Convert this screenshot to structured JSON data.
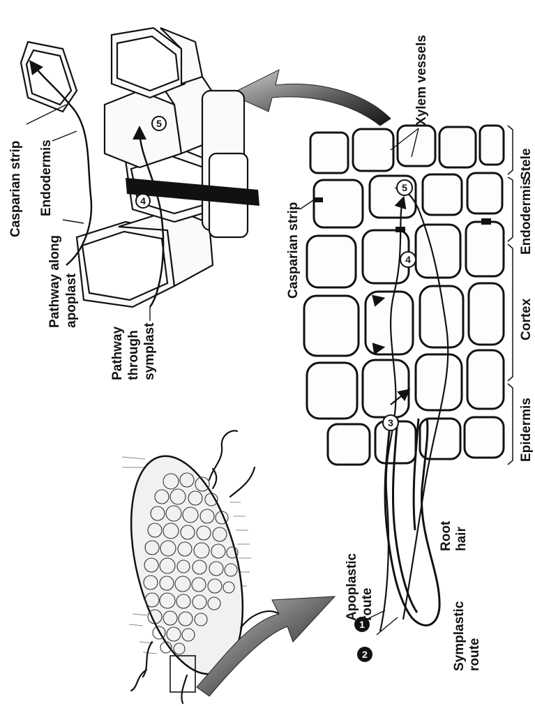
{
  "labels": {
    "casparian_strip_top": "Casparian strip",
    "endodermis_top": "Endodermis",
    "pathway_apoplast_1": "Pathway along",
    "pathway_apoplast_2": "apoplast",
    "pathway_symplast_1": "Pathway",
    "pathway_symplast_2": "through",
    "pathway_symplast_3": "symplast",
    "casparian_strip_mid": "Casparian strip",
    "xylem_vessels": "Xylem vessels",
    "stele": "Stele",
    "endodermis_region": "Endodermis",
    "cortex": "Cortex",
    "epidermis": "Epidermis",
    "apoplastic_1": "Apoplastic",
    "apoplastic_2": "route",
    "symplastic_1": "Symplastic",
    "symplastic_2": "route",
    "root_1": "Root",
    "root_2": "hair"
  },
  "markers": {
    "m1": "1",
    "m2": "2",
    "m3": "3",
    "m4": "4",
    "m5": "5",
    "m4_detail": "4",
    "m5_detail": "5"
  }
}
